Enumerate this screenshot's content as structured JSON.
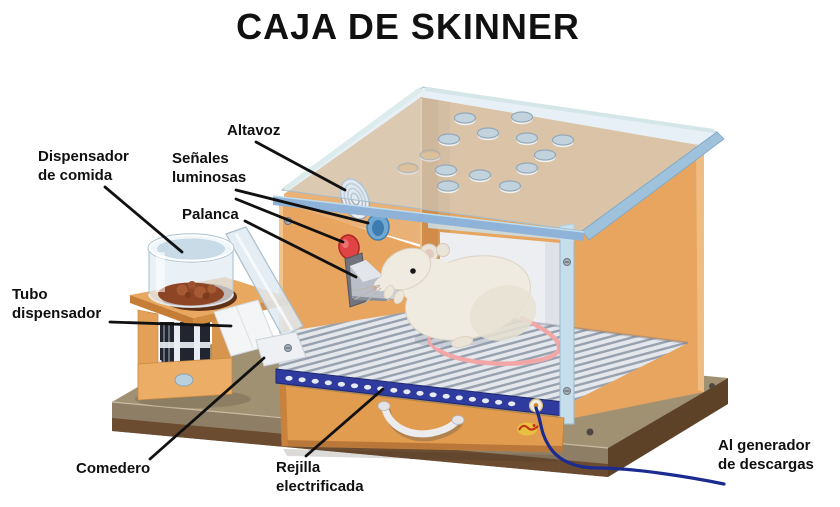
{
  "title": "CAJA DE SKINNER",
  "labels": {
    "altavoz": {
      "text": "Altavoz"
    },
    "dispensador": {
      "line1": "Dispensador",
      "line2": "de comida"
    },
    "senales": {
      "line1": "Señales",
      "line2": "luminosas"
    },
    "palanca": {
      "text": "Palanca"
    },
    "tubo": {
      "line1": "Tubo",
      "line2": "dispensador"
    },
    "comedero": {
      "text": "Comedero"
    },
    "rejilla": {
      "line1": "Rejilla",
      "line2": "electrificada"
    },
    "generador": {
      "line1": "Al generador",
      "line2": "de descargas"
    }
  },
  "colors": {
    "wall": "#E7A55F",
    "wall_light": "#EAB176",
    "lid": "#CDE2EE",
    "rail": "#2F3B9E",
    "wire": "#1C2B8F",
    "base_top": "#A09173",
    "base_front": "#8F7E66",
    "base_side": "#5E4228",
    "drawer": "#E29C4F",
    "rat": "#EFEBE0",
    "button_red": "#E04343",
    "button_blue": "#6FA8D2",
    "label": "#101010"
  }
}
